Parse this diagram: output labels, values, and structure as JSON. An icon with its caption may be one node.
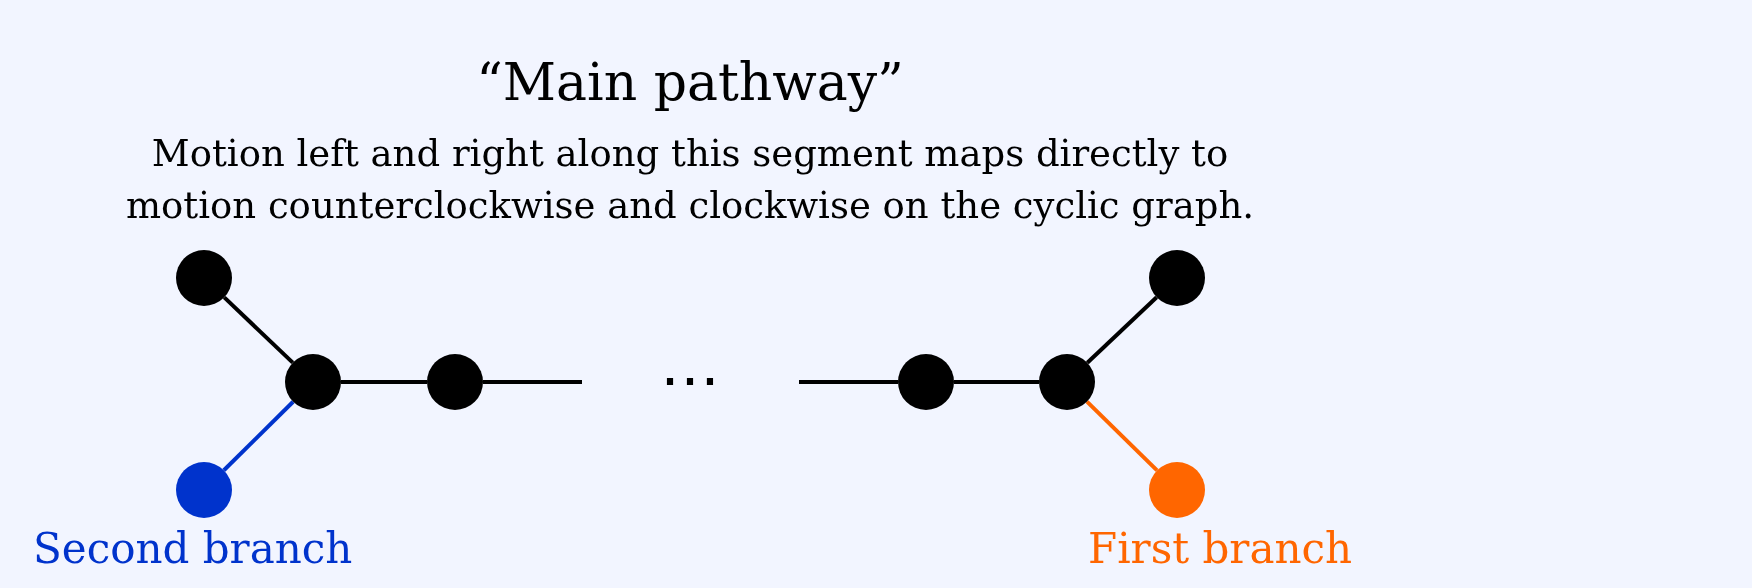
{
  "diagram": {
    "title": "“Main pathway”",
    "nodes": [
      {
        "text": [],
        "shape": "circle"
      },
      {
        "text": [],
        "shape": "circle"
      },
      {
        "text": [],
        "shape": "circle"
      },
      {
        "text": [],
        "shape": "circle",
        "beside": [
          "Second branch"
        ]
      },
      {
        "text": [],
        "shape": "circle"
      },
      {
        "text": [],
        "shape": "circle"
      },
      {
        "text": [],
        "shape": "circle"
      },
      {
        "text": [],
        "shape": "circle",
        "beside": [
          "First branch"
        ]
      }
    ],
    "edges": [
      {
        "from": 0,
        "to": 1,
        "arrow": "none"
      },
      {
        "from": 1,
        "to": 2,
        "arrow": "none"
      },
      {
        "from": 1,
        "to": 3,
        "arrow": "none",
        "color": "#0033cc"
      },
      {
        "from": 2,
        "to": null,
        "arrow": "none"
      },
      {
        "from": null,
        "to": 4,
        "arrow": "none"
      },
      {
        "from": 4,
        "to": 5,
        "arrow": "none"
      },
      {
        "from": 5,
        "to": 6,
        "arrow": "none"
      },
      {
        "from": 5,
        "to": 7,
        "arrow": "none",
        "color": "#ff6600"
      }
    ],
    "labels": [
      "Motion left and right along this segment maps directly to motion counterclockwise and clockwise on the cyclic graph.",
      "⋯"
    ]
  }
}
